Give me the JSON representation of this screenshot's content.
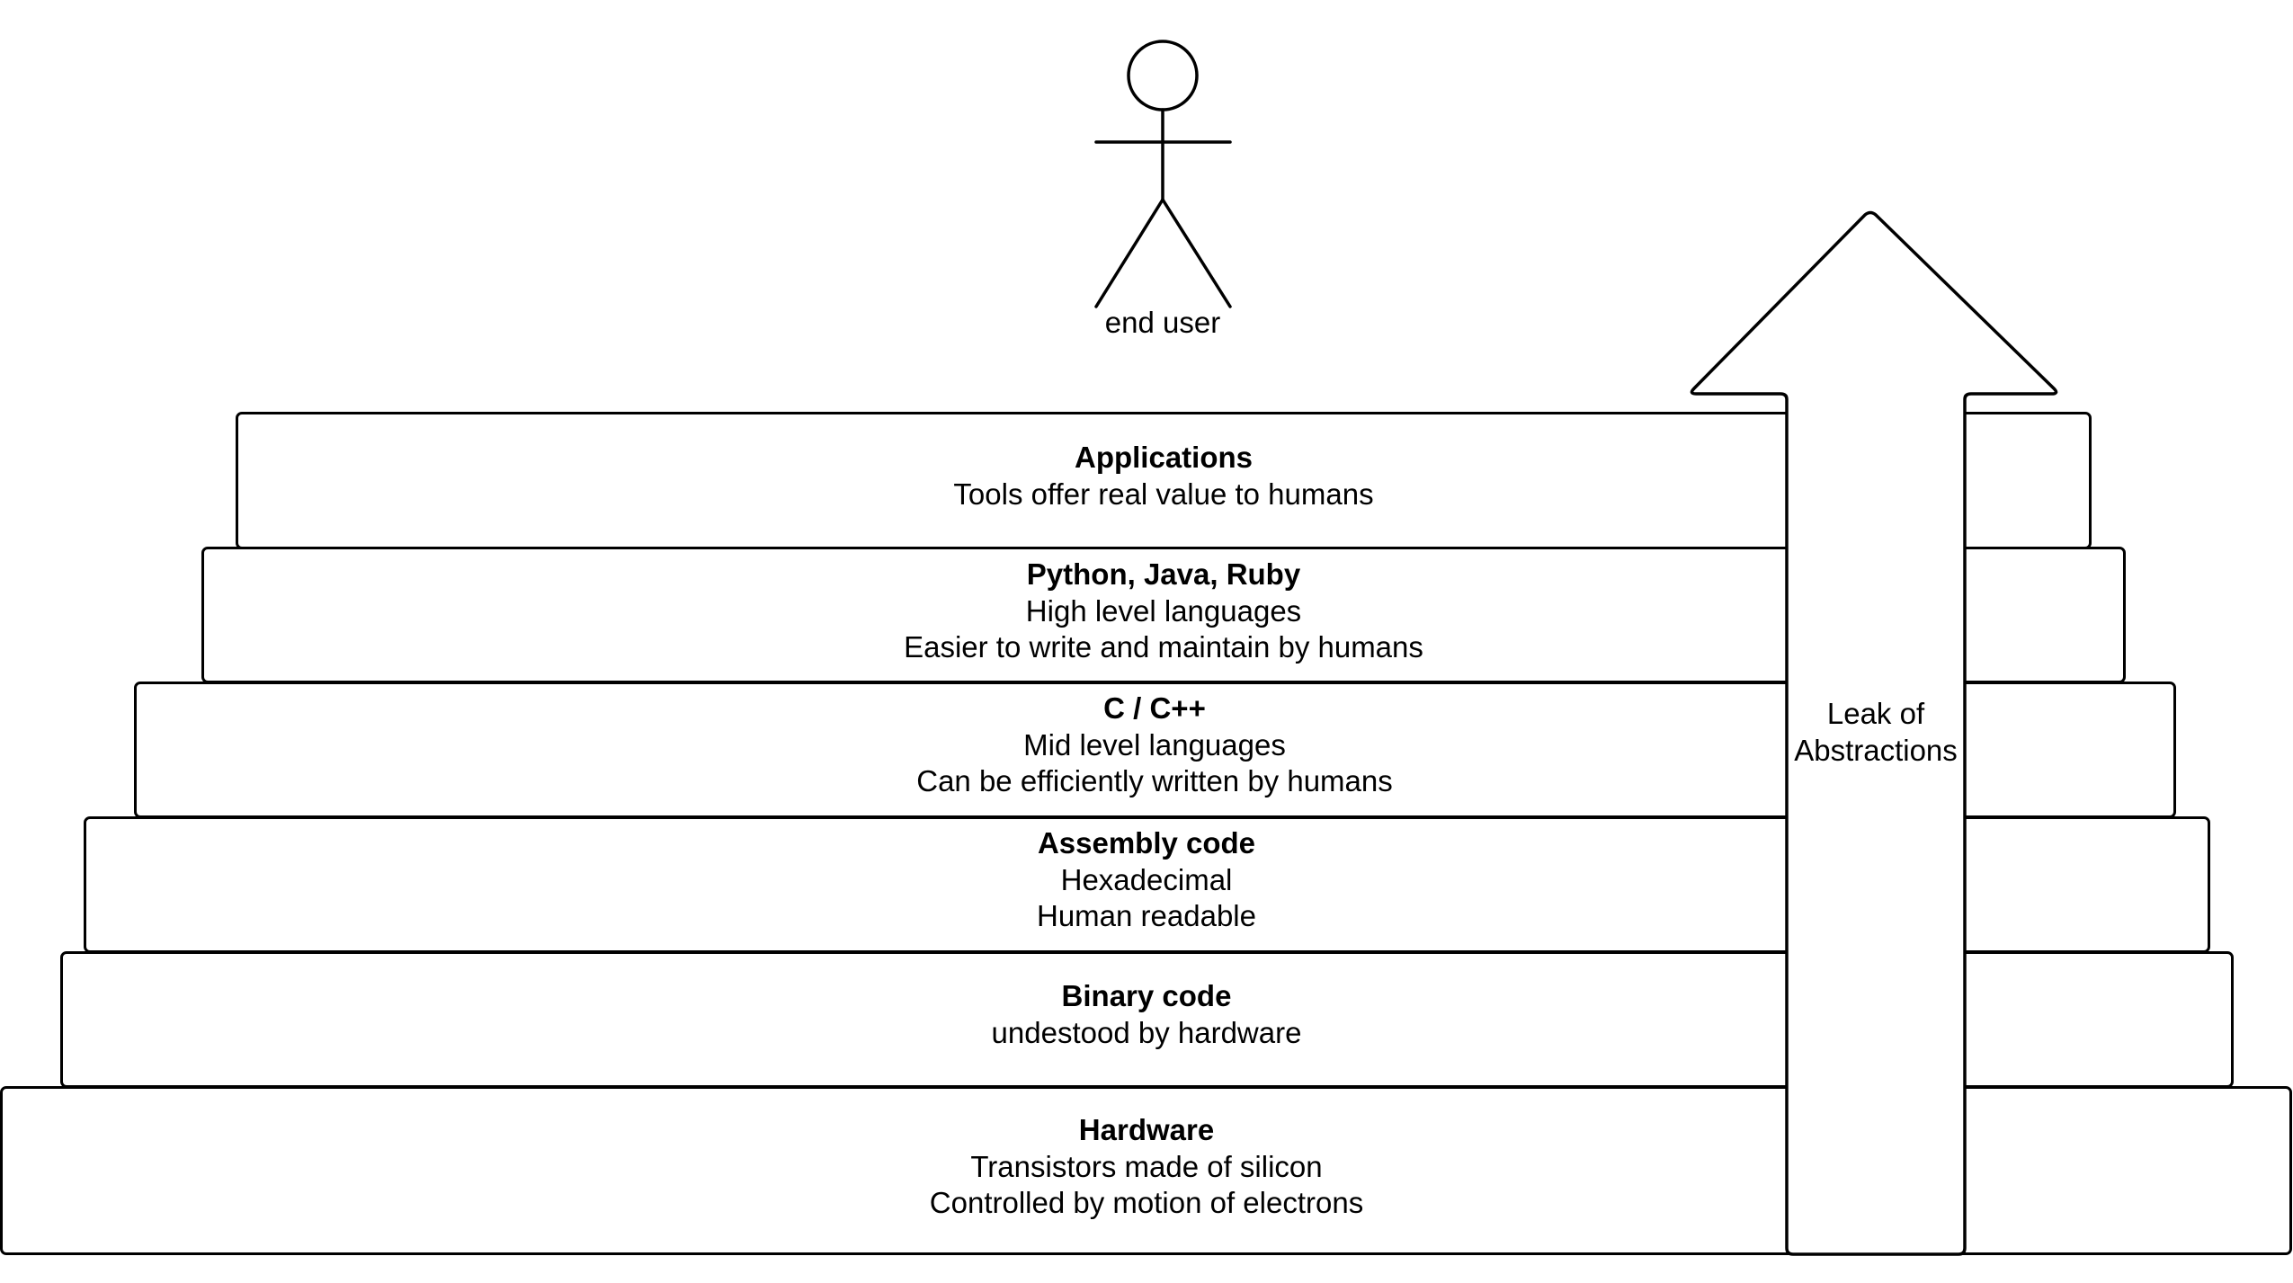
{
  "actor": {
    "label": "end user"
  },
  "layers": [
    {
      "title": "Applications",
      "lines": [
        "Tools offer real value to humans"
      ]
    },
    {
      "title": "Python, Java, Ruby",
      "lines": [
        "High level  languages",
        "Easier to write and maintain by humans"
      ]
    },
    {
      "title": "C / C++",
      "lines": [
        "Mid level languages",
        "Can be efficiently written by humans"
      ]
    },
    {
      "title": "Assembly code",
      "lines": [
        "Hexadecimal",
        "Human readable"
      ]
    },
    {
      "title": "Binary code",
      "lines": [
        "undestood by hardware"
      ]
    },
    {
      "title": "Hardware",
      "lines": [
        "Transistors made of silicon",
        "Controlled by motion of electrons"
      ]
    }
  ],
  "arrow": {
    "label_line1": "Leak of",
    "label_line2": "Abstractions"
  }
}
